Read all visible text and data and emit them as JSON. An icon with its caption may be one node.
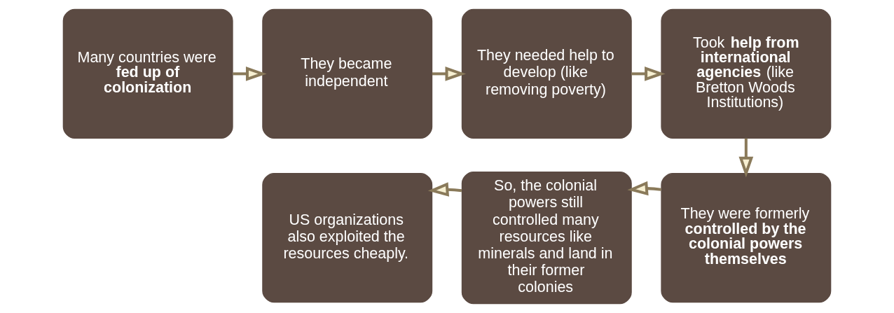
{
  "diagram": {
    "nodes": [
      {
        "text": [
          "Many countries were **fed up of colonization**"
        ]
      },
      {
        "text": [
          "They became independent"
        ]
      },
      {
        "text": [
          "They needed help to develop (like removing poverty)"
        ]
      },
      {
        "text": [
          "Took **help from international agencies** (like Bretton Woods Institutions)"
        ]
      },
      {
        "text": [
          "They were formerly **controlled by the colonial powers themselves**"
        ]
      },
      {
        "text": [
          "So, the colonial powers still controlled many resources like minerals and land in their former colonies"
        ]
      },
      {
        "text": [
          "US organizations also exploited the resources cheaply."
        ]
      }
    ],
    "edges": [
      {
        "from": 0,
        "to": 1,
        "arrow": "to"
      },
      {
        "from": 1,
        "to": 2,
        "arrow": "to"
      },
      {
        "from": 2,
        "to": 3,
        "arrow": "to"
      },
      {
        "from": 3,
        "to": 4,
        "arrow": "to"
      },
      {
        "from": 4,
        "to": 5,
        "arrow": "to"
      },
      {
        "from": 5,
        "to": 6,
        "arrow": "to"
      }
    ]
  }
}
